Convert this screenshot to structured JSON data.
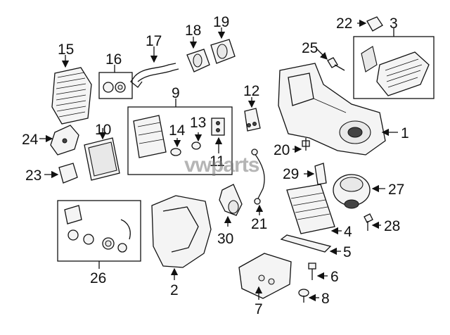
{
  "diagram": {
    "callouts": [
      "1",
      "2",
      "3",
      "4",
      "5",
      "6",
      "7",
      "8",
      "9",
      "10",
      "11",
      "12",
      "13",
      "14",
      "15",
      "16",
      "17",
      "18",
      "19",
      "20",
      "21",
      "22",
      "23",
      "24",
      "25",
      "26",
      "27",
      "28",
      "29",
      "30"
    ],
    "watermark": {
      "prefix": "vw",
      "suffix": "parts"
    }
  }
}
